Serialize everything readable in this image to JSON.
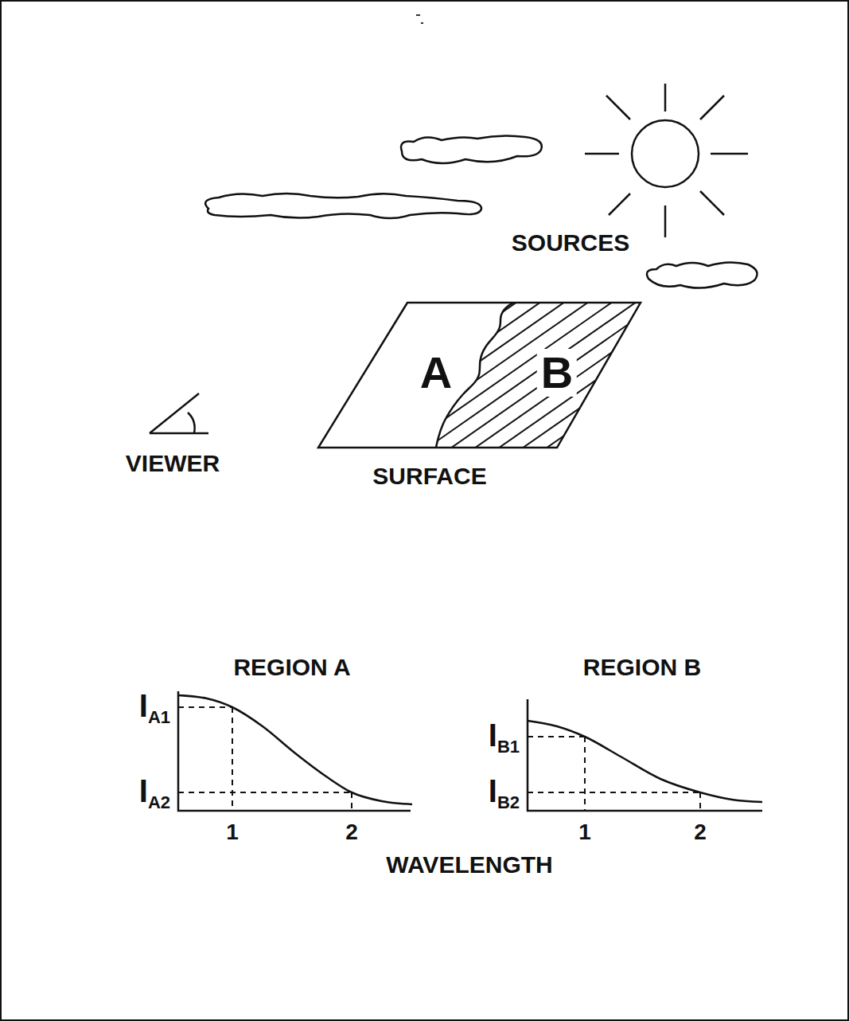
{
  "diagram": {
    "nodes": [
      {
        "text": [
          "A",
          "B",
          "SURFACE"
        ]
      }
    ],
    "labels": [
      "SOURCES",
      "VIEWER",
      "REGION A",
      "REGION B",
      "IA1",
      "IA2",
      "1",
      "2",
      "IB1",
      "IB2",
      "1",
      "2",
      "WAVELENGTH"
    ]
  }
}
